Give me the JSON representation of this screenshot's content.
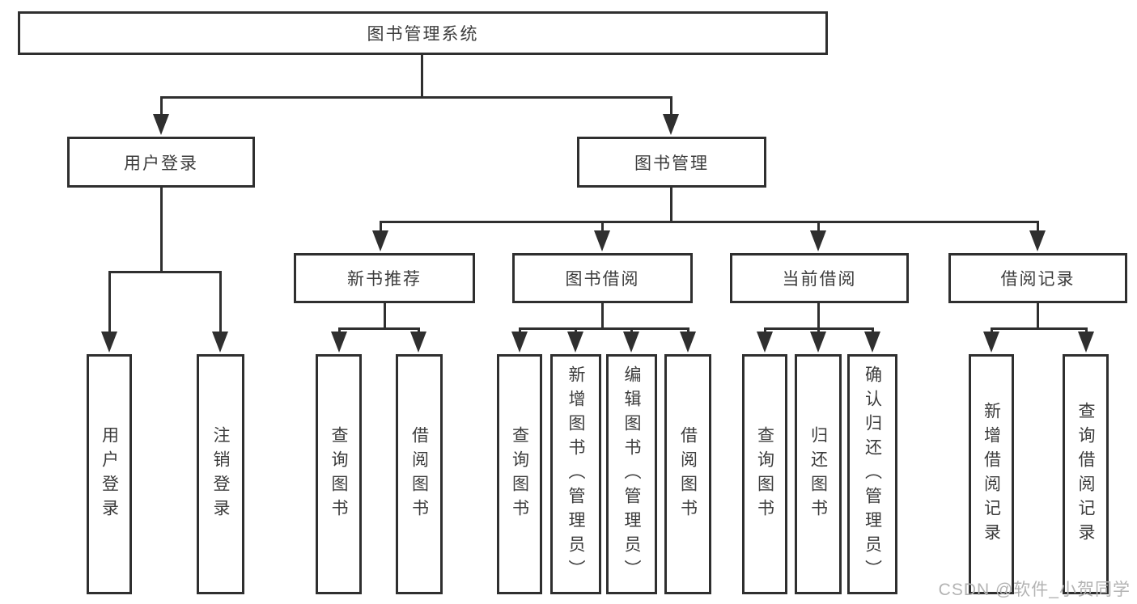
{
  "diagram": {
    "root": {
      "label": "图书管理系统"
    },
    "level2": {
      "user_login": {
        "label": "用户登录"
      },
      "book_management": {
        "label": "图书管理"
      }
    },
    "level3": {
      "new_book": {
        "label": "新书推荐"
      },
      "book_borrow": {
        "label": "图书借阅"
      },
      "current_borrow": {
        "label": "当前借阅"
      },
      "borrow_record": {
        "label": "借阅记录"
      }
    },
    "leaves": {
      "user_login": [
        "用户登录",
        "注销登录"
      ],
      "new_book": [
        "查询图书",
        "借阅图书"
      ],
      "book_borrow": [
        "查询图书",
        "新增图书（管理员）",
        "编辑图书（管理员）",
        "借阅图书"
      ],
      "current_borrow": [
        "查询图书",
        "归还图书",
        "确认归还（管理员）"
      ],
      "borrow_record": [
        "新增借阅记录",
        "查询借阅记录"
      ]
    }
  },
  "watermark": "CSDN @软件_小贺同学",
  "colors": {
    "line": "#2f2f2f",
    "text": "#3c3c3c",
    "background": "#ffffff",
    "watermark": "#b3b3b3"
  }
}
